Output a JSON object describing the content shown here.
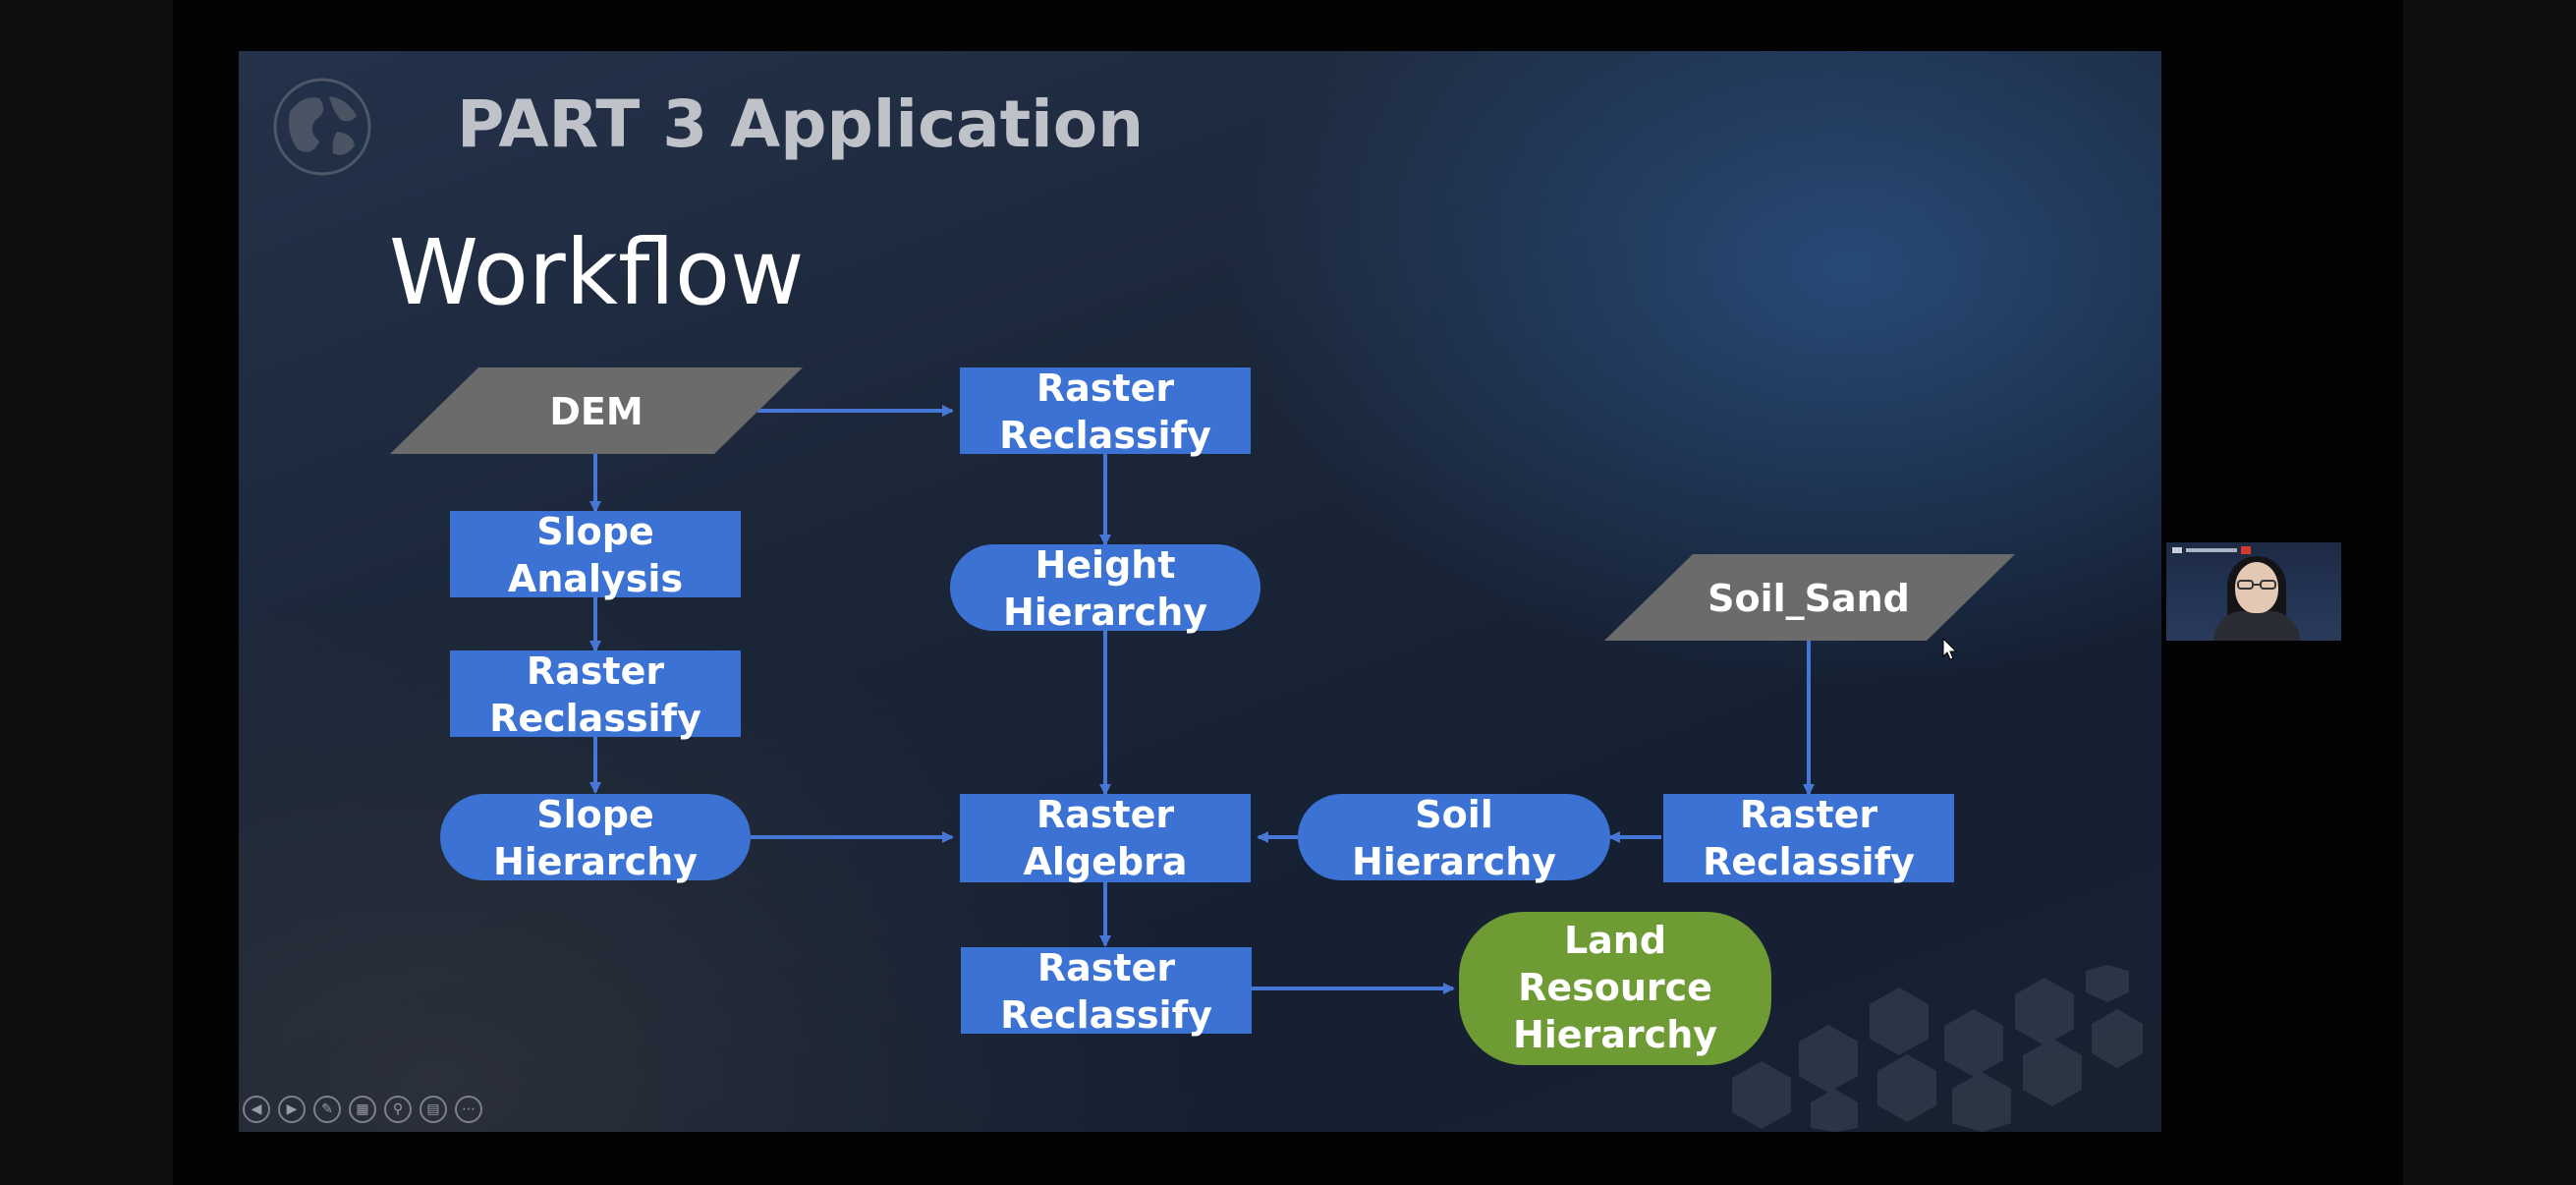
{
  "slide": {
    "title": "PART 3 Application",
    "heading": "Workflow"
  },
  "workflow": {
    "dem": "DEM",
    "raster_reclassify_top": [
      "Raster",
      "Reclassify"
    ],
    "slope_analysis": [
      "Slope",
      "Analysis"
    ],
    "height_hierarchy": [
      "Height",
      "Hierarchy"
    ],
    "soil_sand": "Soil_Sand",
    "raster_reclassify_left": [
      "Raster",
      "Reclassify"
    ],
    "slope_hierarchy": [
      "Slope",
      "Hierarchy"
    ],
    "raster_algebra": [
      "Raster",
      "Algebra"
    ],
    "soil_hierarchy": [
      "Soil",
      "Hierarchy"
    ],
    "raster_reclassify_right": [
      "Raster",
      "Reclassify"
    ],
    "raster_reclassify_bottom": [
      "Raster",
      "Reclassify"
    ],
    "land_resource_hierarchy": [
      "Land",
      "Resource",
      "Hierarchy"
    ]
  },
  "colors": {
    "process_blue": "#3b72d4",
    "data_gray": "#6b6b6b",
    "output_green": "#6f9b35",
    "arrow_blue": "#4677d6"
  },
  "toolbar": {
    "icons": [
      "previous-icon",
      "next-icon",
      "pen-icon",
      "slides-icon",
      "zoom-icon",
      "subtitle-icon",
      "more-icon"
    ]
  },
  "webcam": {
    "icon": "video-feed"
  }
}
